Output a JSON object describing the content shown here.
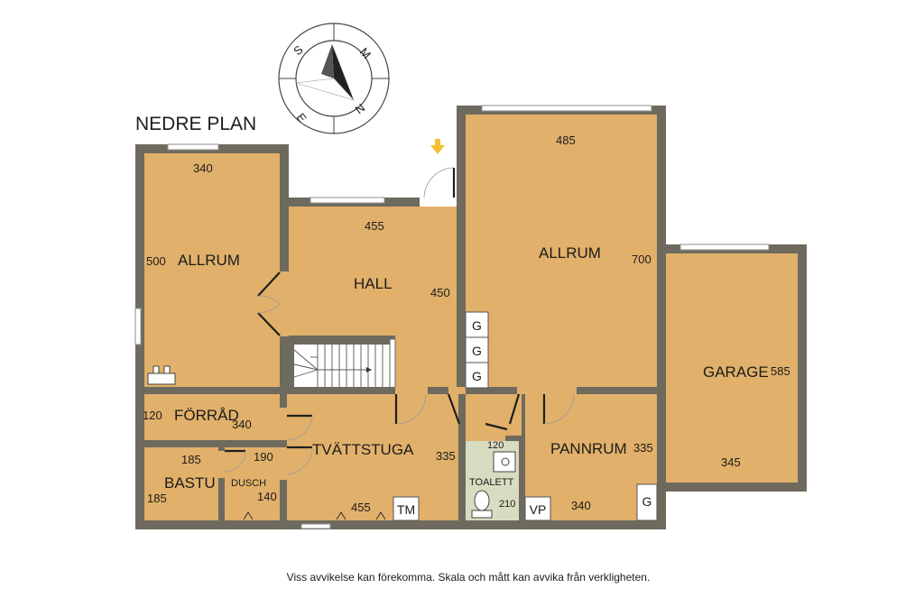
{
  "title": "NEDRE PLAN",
  "disclaimer": "Viss avvikelse kan förekomma. Skala och mått kan avvika från verkligheten.",
  "compass": {
    "letters": [
      "S",
      "M",
      "N",
      "E"
    ]
  },
  "rooms": {
    "allrum_left": {
      "name": "ALLRUM",
      "width": "340",
      "depth": "500"
    },
    "hall": {
      "name": "HALL",
      "width": "455",
      "depth": "450"
    },
    "allrum_right": {
      "name": "ALLRUM",
      "width": "485",
      "depth": "700"
    },
    "garage": {
      "name": "GARAGE",
      "depth": "585",
      "width": "345"
    },
    "forrad": {
      "name": "FÖRRÅD",
      "depth": "120",
      "width": "340"
    },
    "bastu": {
      "name": "BASTU",
      "width": "185",
      "depth": "185"
    },
    "dusch": {
      "name": "DUSCH",
      "width": "190",
      "depth": "140"
    },
    "tvattstuga": {
      "name": "TVÄTTSTUGA",
      "depth": "335",
      "width": "455"
    },
    "toalett": {
      "name": "TOALETT",
      "width": "120",
      "depth": "210"
    },
    "pannrum": {
      "name": "PANNRUM",
      "depth": "335",
      "width": "340"
    }
  },
  "fixtures": {
    "wardrobe": "G",
    "tm": "TM",
    "vp": "VP"
  },
  "colors": {
    "floor": "#e1b06a",
    "wall": "#6e6a5e",
    "entrance_arrow": "#f2c12e"
  }
}
